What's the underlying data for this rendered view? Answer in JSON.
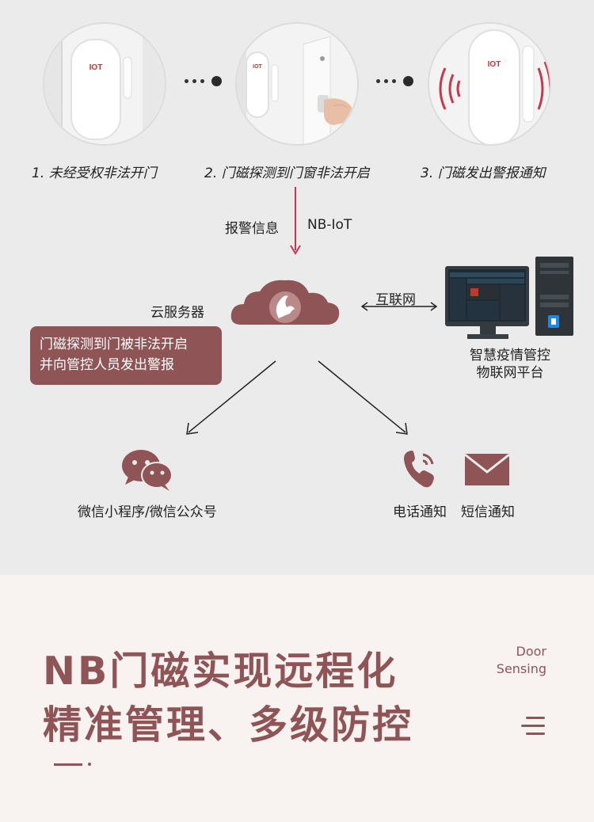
{
  "steps": [
    {
      "label": "1. 未经受权非法开门"
    },
    {
      "label": "2. 门磁探测到门窗非法开启"
    },
    {
      "label": "3. 门磁发出警报通知"
    }
  ],
  "device_logo": "IOT",
  "flow": {
    "alarm_info": "报警信息",
    "protocol": "NB-IoT",
    "cloud_label": "云服务器",
    "internet": "互联网",
    "platform_line1": "智慧疫情管控",
    "platform_line2": "物联网平台",
    "alert_line1": "门磁探测到门被非法开启",
    "alert_line2": "并向管控人员发出警报"
  },
  "notify": {
    "wechat": "微信小程序/微信公众号",
    "phone": "电话通知",
    "sms": "短信通知"
  },
  "headline": {
    "line1": "NB门磁实现远程化",
    "line2": "精准管理、多级防控",
    "side_line1": "Door",
    "side_line2": "Sensing"
  },
  "colors": {
    "brand": "#8f5556",
    "arrow_red": "#c8374a"
  }
}
